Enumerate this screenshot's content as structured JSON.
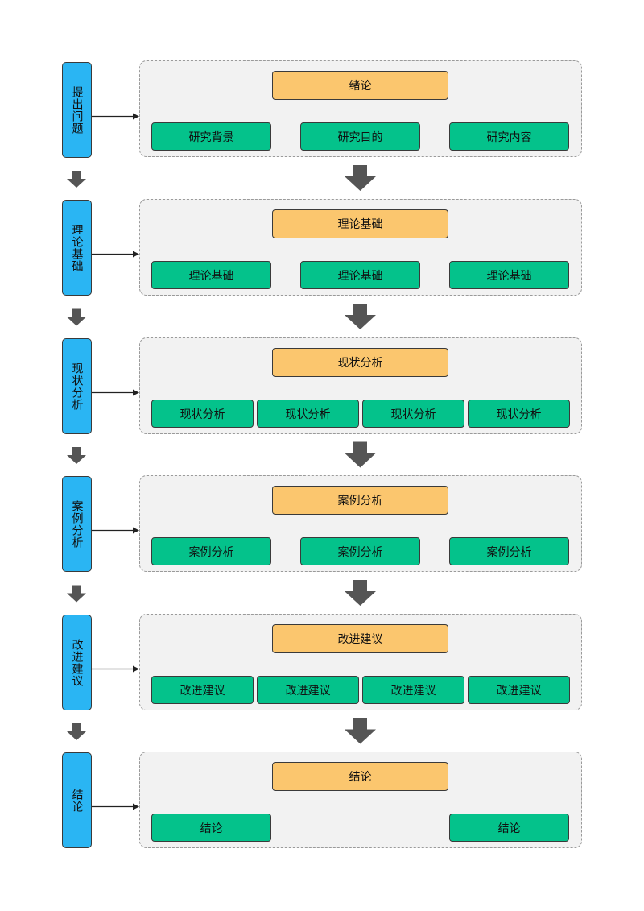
{
  "colors": {
    "stage": "#2ab5f3",
    "head": "#fbc66e",
    "child": "#04c28b",
    "panel_bg": "#f2f2f2",
    "connector": "#222222",
    "down_arrow": "#555555"
  },
  "stages": [
    {
      "label": "提出问题",
      "head": "绪论",
      "children": [
        "研究背景",
        "研究目的",
        "研究内容"
      ]
    },
    {
      "label": "理论基础",
      "head": "理论基础",
      "children": [
        "理论基础",
        "理论基础",
        "理论基础"
      ]
    },
    {
      "label": "现状分析",
      "head": "现状分析",
      "children": [
        "现状分析",
        "现状分析",
        "现状分析",
        "现状分析"
      ]
    },
    {
      "label": "案例分析",
      "head": "案例分析",
      "children": [
        "案例分析",
        "案例分析",
        "案例分析"
      ]
    },
    {
      "label": "改进建议",
      "head": "改进建议",
      "children": [
        "改进建议",
        "改进建议",
        "改进建议",
        "改进建议"
      ]
    },
    {
      "label": "结论",
      "head": "结论",
      "children": [
        "结论",
        "结论"
      ]
    }
  ]
}
